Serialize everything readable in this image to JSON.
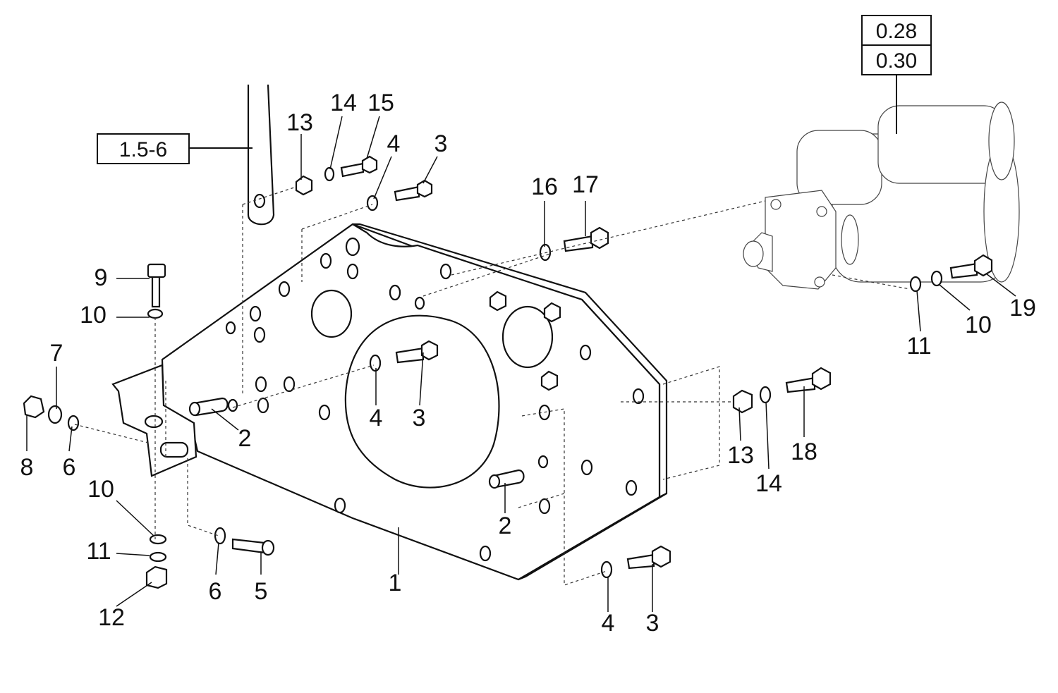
{
  "reference_boxes": [
    {
      "id": "ref-1-5-6",
      "text": "1.5-6"
    },
    {
      "id": "ref-0-28",
      "text": "0.28"
    },
    {
      "id": "ref-0-30",
      "text": "0.30"
    }
  ],
  "callouts": [
    {
      "id": "c1",
      "text": "1"
    },
    {
      "id": "c2a",
      "text": "2"
    },
    {
      "id": "c2b",
      "text": "2"
    },
    {
      "id": "c3a",
      "text": "3"
    },
    {
      "id": "c3b",
      "text": "3"
    },
    {
      "id": "c3c",
      "text": "3"
    },
    {
      "id": "c4a",
      "text": "4"
    },
    {
      "id": "c4b",
      "text": "4"
    },
    {
      "id": "c4c",
      "text": "4"
    },
    {
      "id": "c5",
      "text": "5"
    },
    {
      "id": "c6a",
      "text": "6"
    },
    {
      "id": "c6b",
      "text": "6"
    },
    {
      "id": "c7",
      "text": "7"
    },
    {
      "id": "c8",
      "text": "8"
    },
    {
      "id": "c9",
      "text": "9"
    },
    {
      "id": "c10a",
      "text": "10"
    },
    {
      "id": "c10b",
      "text": "10"
    },
    {
      "id": "c10c",
      "text": "10"
    },
    {
      "id": "c11a",
      "text": "11"
    },
    {
      "id": "c11b",
      "text": "11"
    },
    {
      "id": "c12",
      "text": "12"
    },
    {
      "id": "c13a",
      "text": "13"
    },
    {
      "id": "c13b",
      "text": "13"
    },
    {
      "id": "c14a",
      "text": "14"
    },
    {
      "id": "c14b",
      "text": "14"
    },
    {
      "id": "c15",
      "text": "15"
    },
    {
      "id": "c16",
      "text": "16"
    },
    {
      "id": "c17",
      "text": "17"
    },
    {
      "id": "c18",
      "text": "18"
    },
    {
      "id": "c19",
      "text": "19"
    }
  ]
}
